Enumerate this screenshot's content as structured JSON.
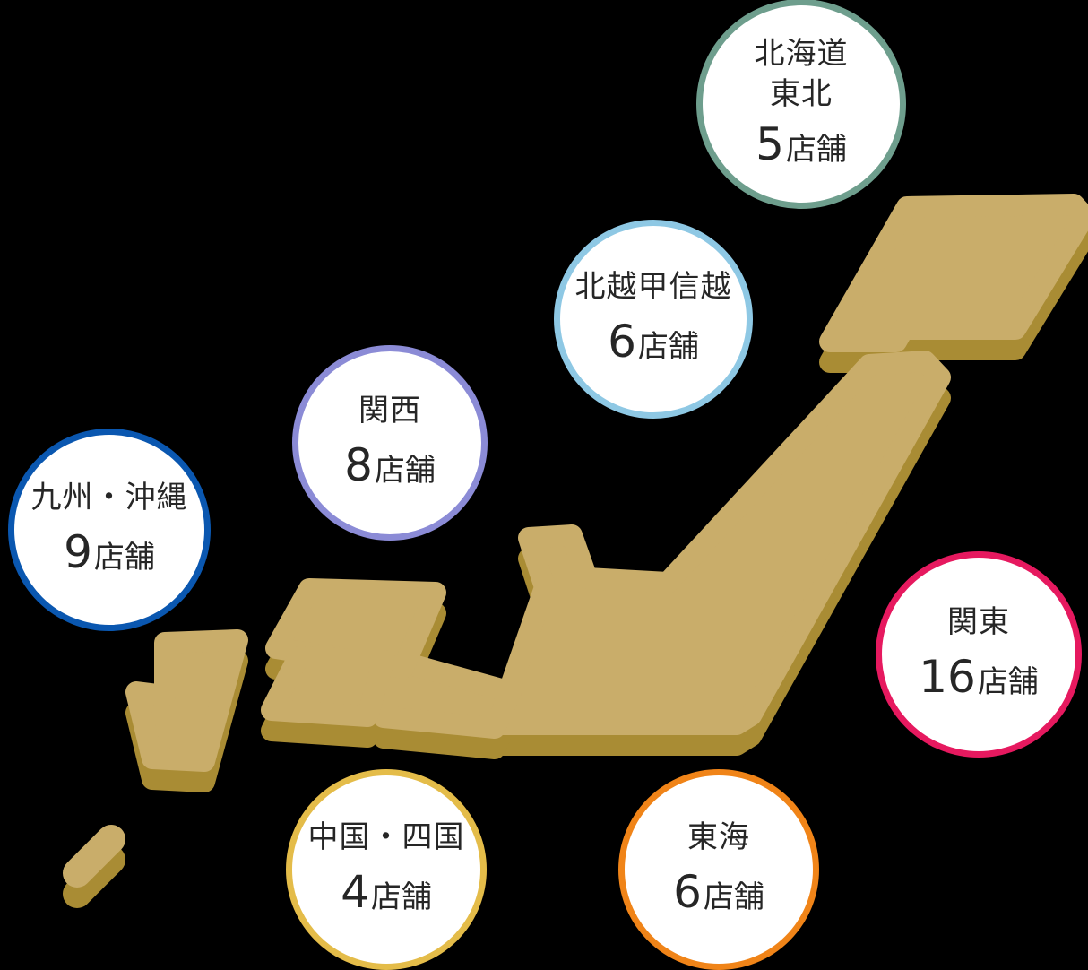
{
  "map": {
    "background_color": "#000000",
    "land_face_color": "#C9AD6A",
    "land_side_color": "#A98C34"
  },
  "regions": [
    {
      "lines": [
        "北海道",
        "東北"
      ],
      "count": "5",
      "unit": "店舗",
      "ring_color": "#6E9E8D"
    },
    {
      "lines": [
        "北越甲信越"
      ],
      "count": "6",
      "unit": "店舗",
      "ring_color": "#8EC8E4"
    },
    {
      "lines": [
        "関西"
      ],
      "count": "8",
      "unit": "店舗",
      "ring_color": "#8B8BD6"
    },
    {
      "lines": [
        "九州・沖縄"
      ],
      "count": "9",
      "unit": "店舗",
      "ring_color": "#0A57B0"
    },
    {
      "lines": [
        "関東"
      ],
      "count": "16",
      "unit": "店舗",
      "ring_color": "#E6195F"
    },
    {
      "lines": [
        "中国・四国"
      ],
      "count": "4",
      "unit": "店舗",
      "ring_color": "#E4BC49"
    },
    {
      "lines": [
        "東海"
      ],
      "count": "6",
      "unit": "店舗",
      "ring_color": "#F08418"
    }
  ]
}
